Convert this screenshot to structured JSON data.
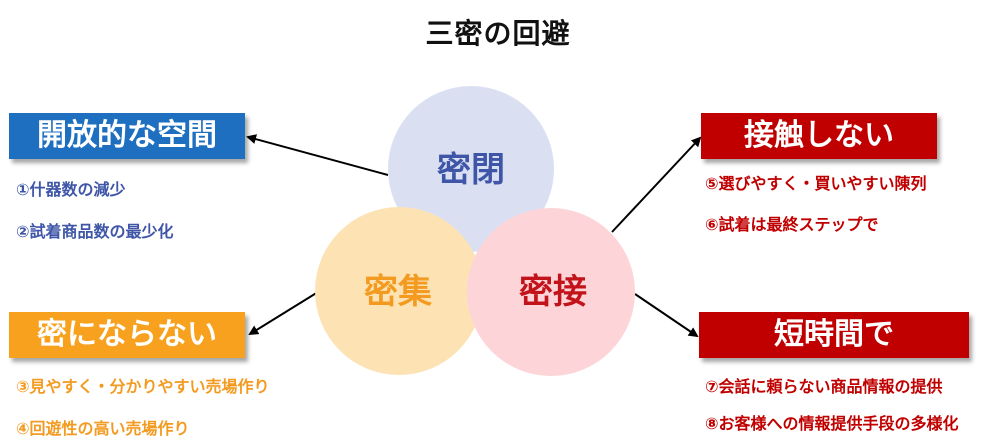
{
  "title": "三密の回避",
  "circles": {
    "closed": {
      "label": "密閉",
      "fill": "#dae0f2",
      "text_color": "#3f56a8"
    },
    "crowded": {
      "label": "密集",
      "fill": "#fde3b4",
      "text_color": "#f39b21"
    },
    "close_contact": {
      "label": "密接",
      "fill": "#fdd4d8",
      "text_color": "#c2121a"
    }
  },
  "blocks": {
    "open_space": {
      "header": "開放的な空間",
      "color": "#1f6fc0",
      "items": [
        "①什器数の減少",
        "②試着商品数の最少化"
      ]
    },
    "not_crowded": {
      "header": "密にならない",
      "color": "#f7a11e",
      "items": [
        "③見やすく・分かりやすい売場作り",
        "④回遊性の高い売場作り"
      ]
    },
    "no_contact": {
      "header": "接触しない",
      "color": "#c00000",
      "items": [
        "⑤選びやすく・買いやすい陳列",
        "⑥試着は最終ステップで"
      ]
    },
    "short_time": {
      "header": "短時間で",
      "color": "#c00000",
      "items": [
        "⑦会話に頼らない商品情報の提供",
        "⑧お客様への情報提供手段の多様化"
      ]
    }
  },
  "colors": {
    "arrow": "#000000",
    "item_blue": "#3f56a8",
    "item_orange": "#f39b21",
    "item_red": "#c00000"
  }
}
